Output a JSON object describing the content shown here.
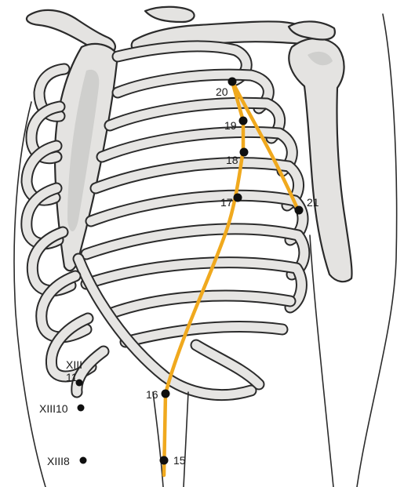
{
  "colors": {
    "meridian": "#f0a91e",
    "bone_fill": "#e4e3e1",
    "outline": "#2b2b2b",
    "point": "#0f0f0f"
  },
  "points": {
    "p20": "20",
    "p19": "19",
    "p18": "18",
    "p17": "17",
    "p21": "21",
    "p16": "16",
    "p15": "15",
    "xiii11_a": "XIII",
    "xiii11_b": "11",
    "xiii10": "XIII10",
    "xiii8": "XIII8"
  }
}
